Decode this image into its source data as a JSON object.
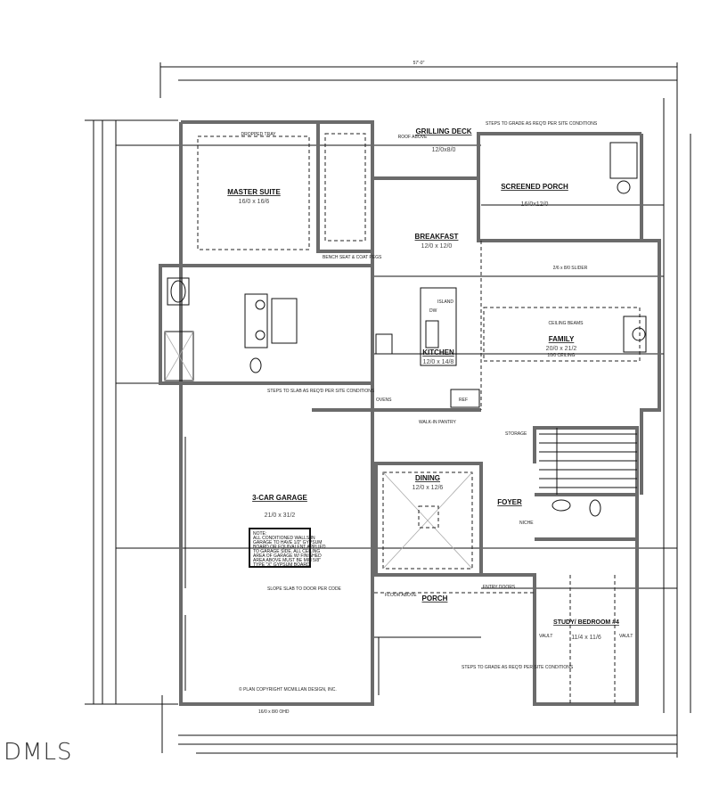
{
  "rooms": {
    "master_suite": {
      "name": "MASTER SUITE",
      "size": "16/0 x 16/6",
      "note": "DROPPED TRAY"
    },
    "grilling_deck": {
      "name": "GRILLING DECK",
      "size": "12/0x8/0",
      "note": "ROOF ABOVE"
    },
    "screened_porch": {
      "name": "SCREENED PORCH",
      "size": "16/0x12/0"
    },
    "breakfast": {
      "name": "BREAKFAST",
      "size": "12/0 x 12/0"
    },
    "family": {
      "name": "FAMILY",
      "size": "20/0 x 21/2",
      "note": "CEILING BEAMS",
      "note2": "10/0 CEILING"
    },
    "kitchen": {
      "name": "KITCHEN",
      "size": "12/0 x 14/8",
      "note": "ISLAND",
      "note2": "DW",
      "note3": "OVENS",
      "note4": "REF"
    },
    "garage": {
      "name": "3-CAR GARAGE",
      "size": "21/0 x 31/2"
    },
    "dining": {
      "name": "DINING",
      "size": "12/0 x 12/6"
    },
    "foyer": {
      "name": "FOYER",
      "note": "NICHE"
    },
    "porch": {
      "name": "PORCH",
      "note": "FLOOR ABOVE"
    },
    "study": {
      "name": "STUDY/ BEDROOM #4",
      "size": "11/4 x 11/6"
    },
    "walkin_pantry": {
      "name": "WALK-IN PANTRY"
    },
    "storage": {
      "name": "STORAGE"
    },
    "bench": {
      "name": "BENCH SEAT & COAT PEGS"
    }
  },
  "labels": {
    "slider": "2/6 x 8/0 SLIDER",
    "entry": "ENTRY DOORS",
    "steps_top": "STEPS TO GRADE AS REQ'D PER SITE CONDITIONS",
    "steps_bottom": "STEPS TO GRADE AS REQ'D PER SITE CONDITIONS",
    "steps_slab": "STEPS TO SLAB AS REQ'D PER SITE CONDITIONS",
    "garage_door": "16/0 x 8/0 OHD",
    "slope": "SLOPE SLAB TO DOOR PER CODE",
    "copyright": "© PLAN COPYRIGHT MCMILLAN DESIGN, INC.",
    "vault": "VAULT",
    "width_total": "57'-0\""
  },
  "garage_note": [
    "NOTE:",
    "ALL CONDITIONED WALLS IN",
    "GARAGE TO HAVE 1/2\" GYPSUM",
    "BOARD OR EQUIVALENT APPLIED",
    "TO GARAGE SIDE. ALL CEILING",
    "AREA OF GARAGE W/ FINISHED",
    "AREA ABOVE MUST BE MIN 5/8\"",
    "TYPE \"X\" GYPSUM BOARD."
  ],
  "watermark": "DMLS"
}
